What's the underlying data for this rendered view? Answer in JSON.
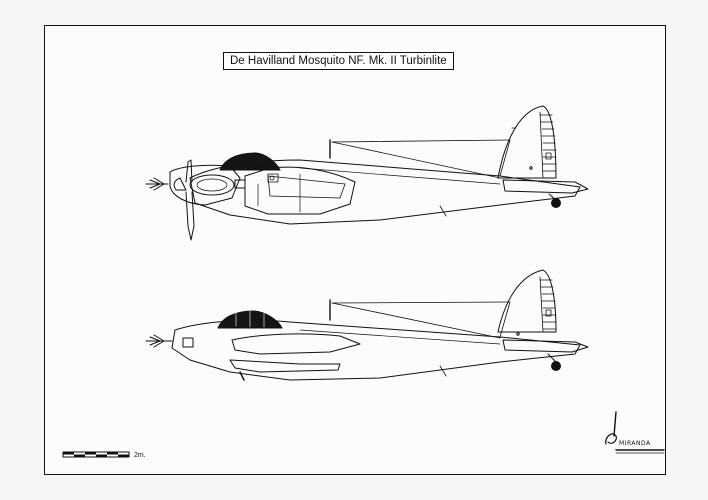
{
  "drawing": {
    "title": "De Havilland Mosquito NF. Mk. II Turbinlite",
    "scale_label": "2m.",
    "signature": "MIRANDA",
    "views": [
      "side-view-top",
      "side-view-bottom"
    ]
  },
  "colors": {
    "ink": "#111111",
    "paper": "#fcfcfb",
    "canopy": "#151515"
  }
}
